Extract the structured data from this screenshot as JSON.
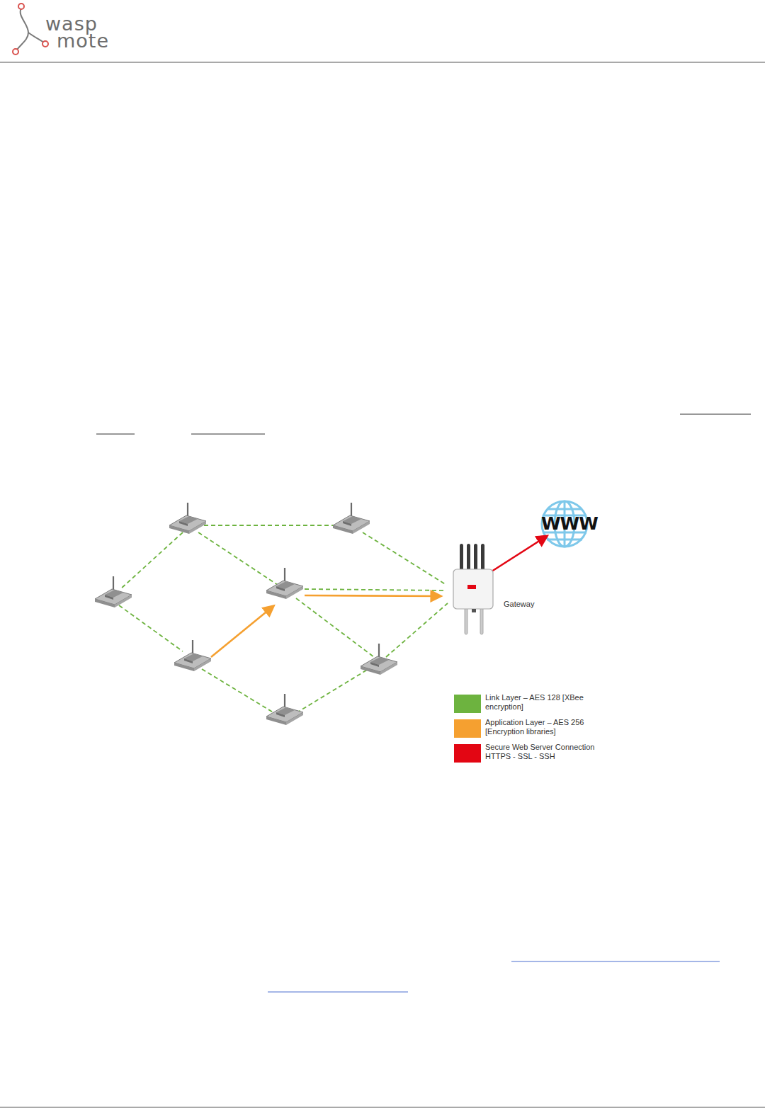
{
  "diagram": {
    "nodes": [
      {
        "text": [
          "Gateway"
        ]
      },
      {
        "text": [
          "WWW"
        ]
      }
    ],
    "edges": [
      {
        "from": 0,
        "to": 1,
        "arrow": "to"
      }
    ],
    "labels": [
      "wasp",
      "mote"
    ],
    "legend": [
      {
        "text": "Link Layer – AES 128 [XBee encryption]",
        "color": "#6db33f"
      },
      {
        "text": "Application Layer – AES 256 [Encryption libraries]",
        "color": "#f5a030"
      },
      {
        "text": "Secure Web Server Connection HTTPS - SSL - SSH",
        "color": "#e30613"
      }
    ]
  }
}
